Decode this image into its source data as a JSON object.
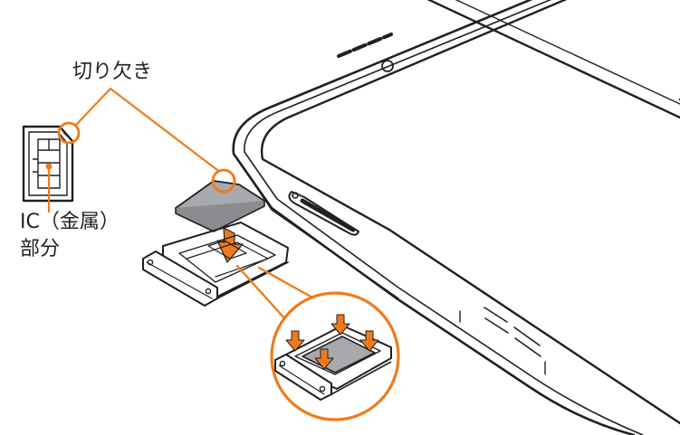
{
  "labels": {
    "notch": "切り欠き",
    "ic_line1": "IC（金属）",
    "ic_line2": "部分"
  },
  "colors": {
    "accent": "#ee7b1a",
    "outline": "#231f20",
    "card_fill": "#a7a9ac",
    "card_fill_light": "#c8c9cb"
  },
  "icons": {
    "insert_arrow": "down-arrow",
    "tray_arrows": "down-arrow"
  }
}
